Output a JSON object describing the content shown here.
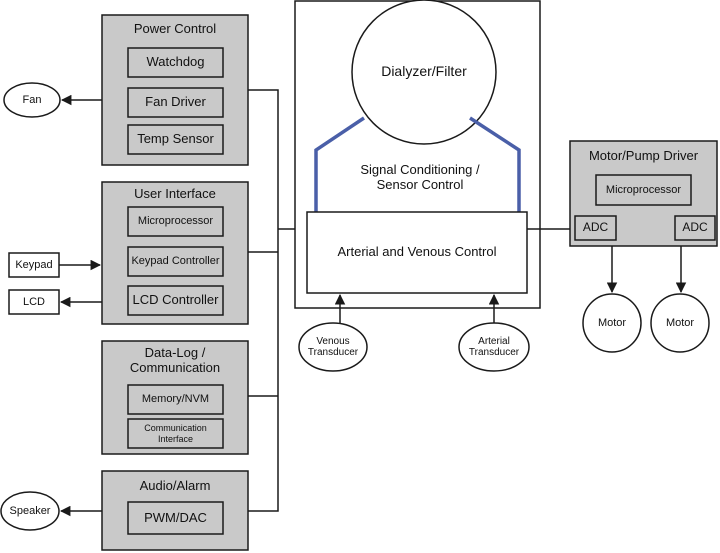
{
  "power_control": {
    "title": "Power Control",
    "watchdog": "Watchdog",
    "fan_driver": "Fan Driver",
    "temp_sensor": "Temp Sensor"
  },
  "user_interface": {
    "title": "User Interface",
    "microprocessor": "Microprocessor",
    "keypad_controller": "Keypad Controller",
    "lcd_controller": "LCD Controller"
  },
  "data_log": {
    "title": "Data-Log /\nCommunication",
    "memory": "Memory/NVM",
    "comm_interface": "Communication\nInterface"
  },
  "audio_alarm": {
    "title": "Audio/Alarm",
    "pwm_dac": "PWM/DAC"
  },
  "external": {
    "fan": "Fan",
    "keypad": "Keypad",
    "lcd": "LCD",
    "speaker": "Speaker"
  },
  "center": {
    "dialyzer": "Dialyzer/Filter",
    "signal_conditioning": "Signal Conditioning /\nSensor Control",
    "arterial_venous": "Arterial and Venous Control",
    "venous_transducer": "Venous\nTransducer",
    "arterial_transducer": "Arterial\nTransducer"
  },
  "motor_pump": {
    "title": "Motor/Pump Driver",
    "microprocessor": "Microprocessor",
    "adc_left": "ADC",
    "adc_right": "ADC",
    "motor_left": "Motor",
    "motor_right": "Motor"
  },
  "colors": {
    "block_fill": "#c9c9c9",
    "stroke": "#1a1a1a",
    "link_blue": "#4a5fa8"
  }
}
